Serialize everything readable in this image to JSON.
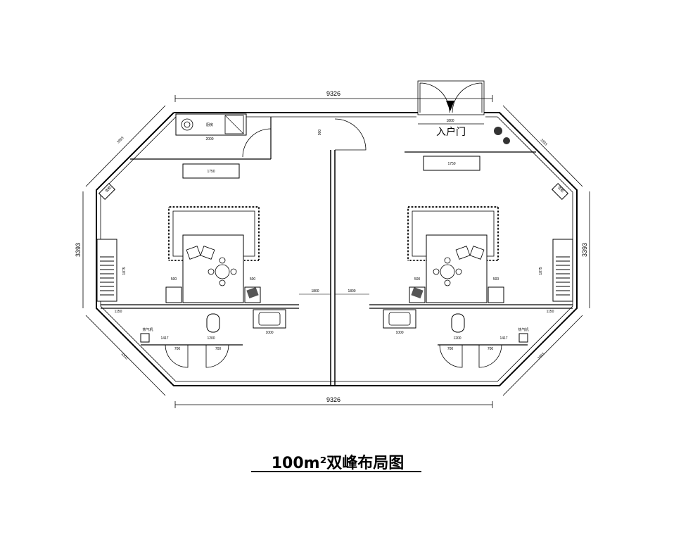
{
  "title": "100m²双峰布局图",
  "dimensions": {
    "top_width": "9326",
    "bottom_width": "9326",
    "diag_top_left": "3393",
    "diag_top_right": "3393",
    "diag_bottom_left": "3393",
    "diag_bottom_right": "3393",
    "left_height": "3393",
    "right_height": "3393",
    "door_width": "1800",
    "door_900": "900",
    "counter_2000": "2000",
    "counter_1750_left": "1750",
    "counter_1750_right": "1750",
    "corridor_left": "1800",
    "corridor_right": "1800",
    "side_500_a": "500",
    "side_500_b": "500",
    "side_500_c": "500",
    "side_500_d": "500",
    "sink_1000_left": "1000",
    "sink_1000_right": "1000",
    "bath_1200_left": "1200",
    "bath_1200_right": "1200",
    "bath_700_a": "700",
    "bath_700_b": "700",
    "bath_700_c": "700",
    "bath_700_d": "700",
    "bath_1417_left": "1417",
    "bath_1417_right": "1417",
    "wardrobe_1875_left": "1875",
    "wardrobe_1875_right": "1875",
    "small_1150_left": "1150",
    "small_1150_right": "1150"
  },
  "labels": {
    "entrance": "入户门",
    "kitchen_sink": "厨房",
    "left_corner": "衣柜",
    "right_corner": "衣柜",
    "left_heater": "热气机",
    "right_heater": "热气机"
  }
}
